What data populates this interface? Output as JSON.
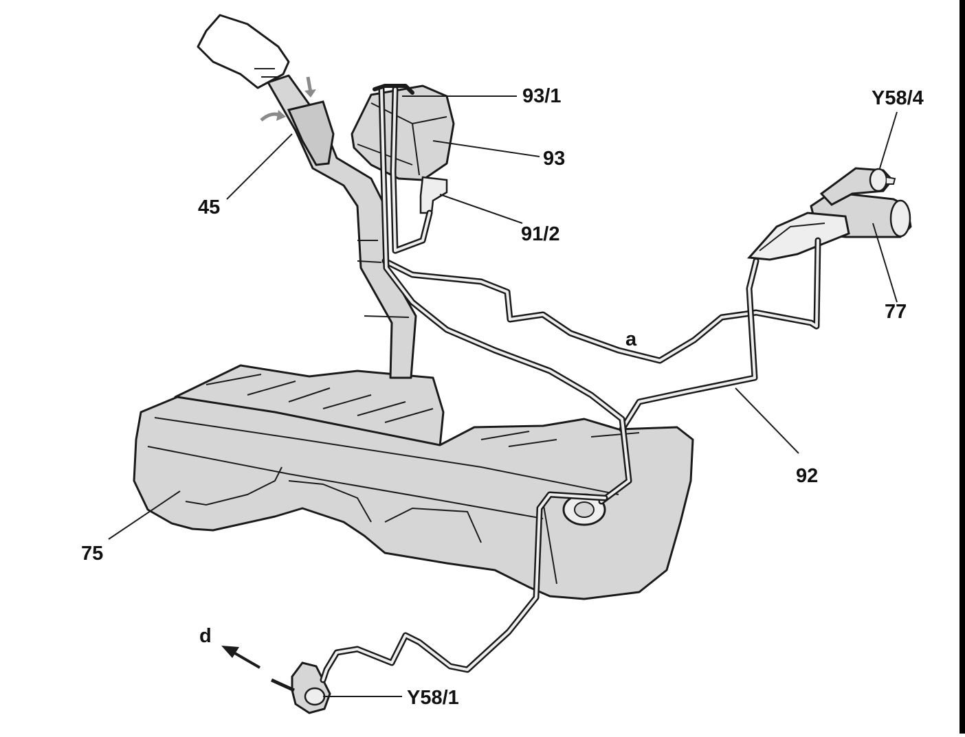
{
  "colors": {
    "part_fill": "#d6d6d6",
    "line": "#1a1a1a",
    "pipe_fill": "#eeeeee",
    "arrow_gray": "#8a8a8a"
  },
  "callouts": {
    "c45": "45",
    "c93_1": "93/1",
    "c93": "93",
    "c91_2": "91/2",
    "cY58_4": "Y58/4",
    "c77": "77",
    "ca": "a",
    "c92": "92",
    "c75": "75",
    "cd": "d",
    "cY58_1": "Y58/1"
  }
}
